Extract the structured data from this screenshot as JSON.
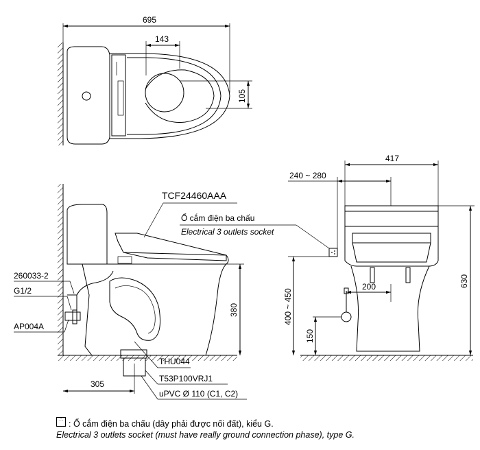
{
  "top_view": {
    "width_total": "695",
    "seat_width": "143",
    "seat_offset": "105"
  },
  "side_view": {
    "seat_model": "TCF24460AAA",
    "label_valve": "260033-2",
    "label_thread": "G1/2",
    "label_angle_valve": "AP004A",
    "label_thu": "THU044",
    "label_flange": "T53P100VRJ1",
    "label_pipe": "uPVC Ø 110 (C1, C2)",
    "dim_height": "380",
    "dim_rough_in": "305"
  },
  "front_view": {
    "socket_vi": "Ổ cắm điện ba chấu",
    "socket_en": "Electrical 3 outlets socket",
    "dim_width": "417",
    "dim_socket_offset": "240 ~ 280",
    "dim_socket_height": "400 ~ 450",
    "dim_supply_offset": "200",
    "dim_supply_height": "150",
    "dim_total_height": "630"
  },
  "footnote": {
    "vi": ": Ổ cắm điện ba chấu (dây phải được nối đất), kiểu G.",
    "en": "Electrical 3 outlets socket (must have really ground connection phase), type G."
  }
}
